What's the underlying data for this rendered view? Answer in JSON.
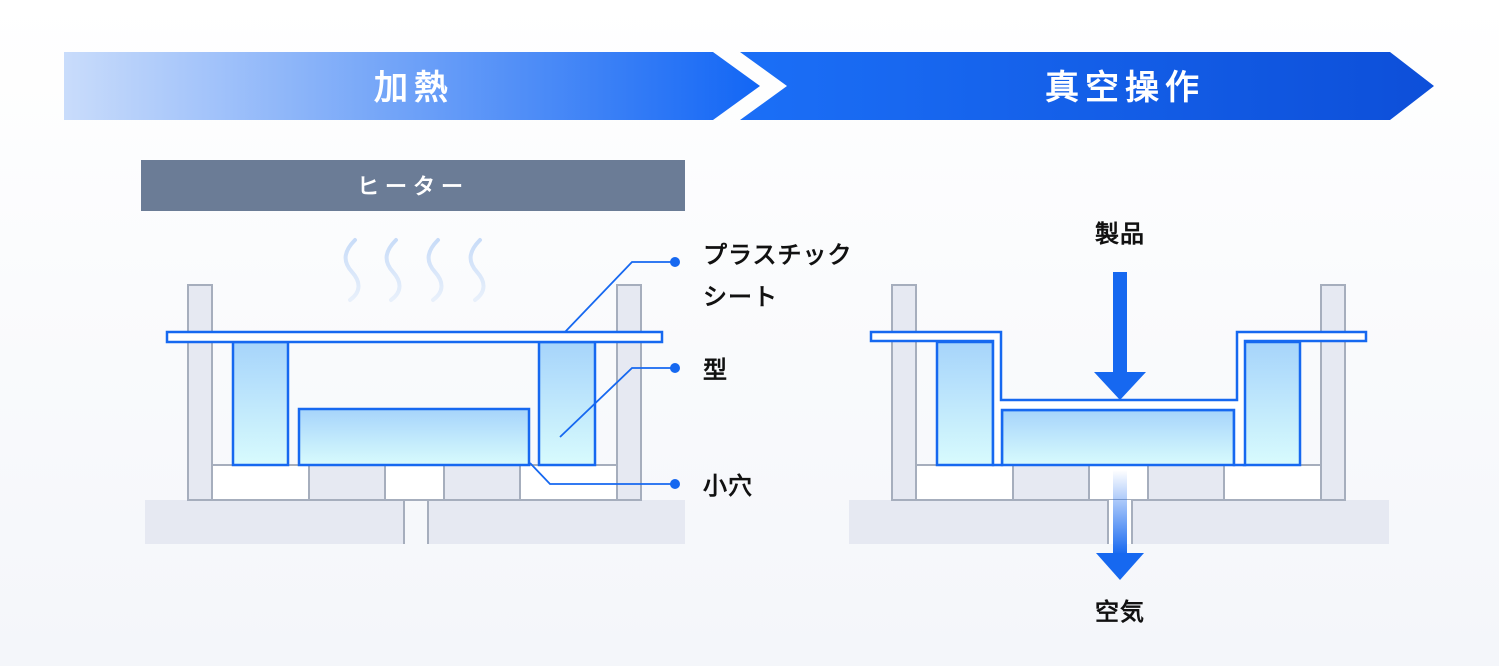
{
  "steps": [
    {
      "label": "加熱"
    },
    {
      "label": "真空操作"
    }
  ],
  "heater": {
    "label": "ヒーター"
  },
  "labels": {
    "plastic_sheet_line1": "プラスチック",
    "plastic_sheet_line2": "シート",
    "mold": "型",
    "small_hole": "小穴",
    "product": "製品",
    "air": "空気"
  },
  "colors": {
    "accent": "#1668f0",
    "heater": "#6b7c96",
    "frame_fill": "#e6e9f2",
    "frame_stroke": "#a6aebd",
    "mold_top": "#a6d4fb",
    "mold_bottom": "#d8fbfd"
  }
}
